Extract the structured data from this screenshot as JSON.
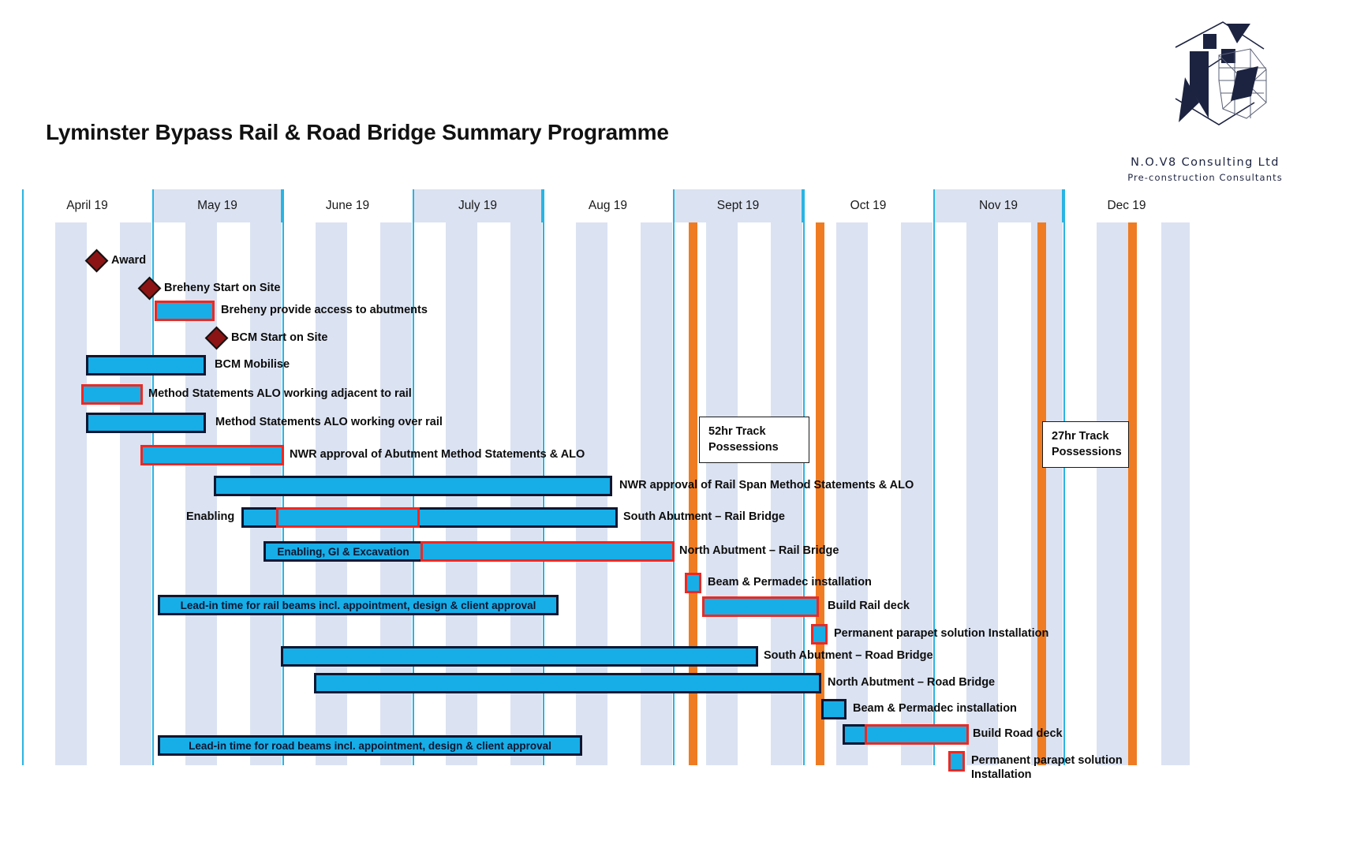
{
  "title": "Lyminster Bypass Rail & Road Bridge Summary Programme",
  "logo": {
    "name": "N.O.V8 Consulting Ltd",
    "subtitle": "Pre-construction Consultants"
  },
  "colors": {
    "bar_fill": "#17aee8",
    "outline_black": "#0e1630",
    "outline_red": "#ee2822",
    "band": "#dbe2f2",
    "gridline": "#29b4e3",
    "possession": "#ef7c22",
    "milestone": "#8c1414"
  },
  "chart_data": {
    "type": "bar",
    "title": "Lyminster Bypass Rail & Road Bridge Summary Programme",
    "xlabel": "",
    "ylabel": "",
    "grid": true,
    "legend": "none",
    "categories": [
      "April 19",
      "May 19",
      "June 19",
      "July 19",
      "Aug 19",
      "Sept 19",
      "Oct 19",
      "Nov 19",
      "Dec 19"
    ],
    "axis_months": [
      {
        "label": "April 19",
        "shaded": false
      },
      {
        "label": "May 19",
        "shaded": true
      },
      {
        "label": "June 19",
        "shaded": false
      },
      {
        "label": "July 19",
        "shaded": true
      },
      {
        "label": "Aug 19",
        "shaded": false
      },
      {
        "label": "Sept 19",
        "shaded": true
      },
      {
        "label": "Oct 19",
        "shaded": false
      },
      {
        "label": "Nov 19",
        "shaded": true
      },
      {
        "label": "Dec 19",
        "shaded": false
      }
    ],
    "possessions": [
      {
        "label": "52hr Track Possessions",
        "month": "Sept 19"
      },
      {
        "label": "27hr Track Possessions",
        "month": "Nov 19"
      }
    ],
    "milestones": [
      {
        "name": "Award",
        "month": "April 19"
      },
      {
        "name": "Breheny Start on Site",
        "month": "April 19"
      },
      {
        "name": "BCM Start on Site",
        "month": "May 19"
      }
    ],
    "tasks": [
      {
        "name": "Breheny provide access to abutments",
        "start": "May 19",
        "finish": "May 19",
        "outline": "red",
        "inline_label": ""
      },
      {
        "name": "BCM Mobilise",
        "start": "April 19",
        "finish": "May 19",
        "outline": "black",
        "inline_label": ""
      },
      {
        "name": "Method Statements ALO working adjacent to rail",
        "start": "April 19",
        "finish": "April 19",
        "outline": "red",
        "inline_label": ""
      },
      {
        "name": "Method Statements ALO working over rail",
        "start": "April 19",
        "finish": "May 19",
        "outline": "black",
        "inline_label": ""
      },
      {
        "name": "NWR approval of Abutment Method Statements & ALO",
        "start": "May 19",
        "finish": "June 19",
        "outline": "red",
        "inline_label": ""
      },
      {
        "name": "NWR approval of Rail Span Method Statements & ALO",
        "start": "June 19",
        "finish": "Aug 19",
        "outline": "black",
        "inline_label": ""
      },
      {
        "name": "South Abutment – Rail Bridge",
        "start": "May 19",
        "finish": "Aug 19",
        "outline": "black",
        "inline_label": "Enabling",
        "label_position": "left"
      },
      {
        "name": "North Abutment – Rail Bridge",
        "start": "June 19",
        "finish": "Sept 19",
        "outline": "red",
        "inline_label": "Enabling, GI & Excavation"
      },
      {
        "name": "Beam & Permadec installation",
        "start": "Sept 19",
        "finish": "Sept 19",
        "outline": "red",
        "inline_label": ""
      },
      {
        "name": "Build Rail deck",
        "start": "Sept 19",
        "finish": "Sept 19",
        "outline": "red",
        "inline_label": ""
      },
      {
        "name": "Lead-in time for rail beams incl. appointment, design & client approval",
        "start": "May 19",
        "finish": "Aug 19",
        "outline": "black",
        "inline_label": "Lead-in time for rail beams incl. appointment, design & client approval"
      },
      {
        "name": "Permanent parapet solution Installation",
        "start": "Sept 19",
        "finish": "Sept 19",
        "outline": "red",
        "inline_label": ""
      },
      {
        "name": "South Abutment – Road Bridge",
        "start": "June 19",
        "finish": "Sept 19",
        "outline": "black",
        "inline_label": ""
      },
      {
        "name": "North Abutment – Road Bridge",
        "start": "June 19",
        "finish": "Sept 19",
        "outline": "black",
        "inline_label": ""
      },
      {
        "name": "Beam & Permadec installation",
        "start": "Oct 19",
        "finish": "Oct 19",
        "outline": "black",
        "inline_label": ""
      },
      {
        "name": "Build Road deck",
        "start": "Oct 19",
        "finish": "Nov 19",
        "outline": "red",
        "inline_label": ""
      },
      {
        "name": "Lead-in time for road beams incl. appointment, design & client approval",
        "start": "May 19",
        "finish": "July 19",
        "outline": "black",
        "inline_label": "Lead-in time for road beams incl. appointment, design & client approval"
      },
      {
        "name": "Permanent parapet solution Installation",
        "start": "Nov 19",
        "finish": "Nov 19",
        "outline": "red",
        "inline_label": ""
      }
    ]
  },
  "rows": [
    {
      "label": "Award",
      "label_side": "right"
    },
    {
      "label": "Breheny Start on Site",
      "label_side": "right"
    },
    {
      "label": "Breheny provide access to abutments",
      "label_side": "right"
    },
    {
      "label": "BCM Start on Site",
      "label_side": "right"
    },
    {
      "label": "BCM Mobilise",
      "label_side": "right"
    },
    {
      "label": "Method Statements ALO working adjacent to rail",
      "label_side": "right"
    },
    {
      "label": "Method Statements ALO working over rail",
      "label_side": "right"
    },
    {
      "label": "NWR approval of Abutment Method Statements & ALO",
      "label_side": "right"
    },
    {
      "label": "NWR approval of Rail Span Method Statements & ALO",
      "label_side": "right"
    },
    {
      "label": "South Abutment – Rail Bridge",
      "label_side": "right"
    },
    {
      "label": "North Abutment – Rail Bridge",
      "label_side": "right"
    },
    {
      "label": "Beam & Permadec installation",
      "label_side": "right"
    },
    {
      "label": "Build Rail deck",
      "label_side": "right"
    },
    {
      "label": "Permanent parapet solution Installation",
      "label_side": "right"
    },
    {
      "label": "South Abutment – Road Bridge",
      "label_side": "right"
    },
    {
      "label": "North Abutment – Road Bridge",
      "label_side": "right"
    },
    {
      "label": "Beam & Permadec installation",
      "label_side": "right"
    },
    {
      "label": "Build Road deck",
      "label_side": "right"
    },
    {
      "label": "Permanent parapet solution Installation",
      "label_side": "right"
    }
  ],
  "inline_labels": {
    "enabling": "Enabling",
    "enabling_gi_excavation": "Enabling, GI & Excavation",
    "leadin_rail": "Lead-in time for rail beams incl. appointment, design & client approval",
    "leadin_road": "Lead-in time for road beams incl. appointment, design & client approval"
  },
  "callouts": {
    "p52_line1": "52hr Track",
    "p52_line2": "Possessions",
    "p27_line1": "27hr Track",
    "p27_line2": "Possessions"
  },
  "row_labels": {
    "award": "Award",
    "breheny_start": "Breheny Start on Site",
    "breheny_access": "Breheny provide access to abutments",
    "bcm_start": "BCM Start on Site",
    "bcm_mobilise": "BCM Mobilise",
    "ms_adjacent": "Method Statements ALO working adjacent to rail",
    "ms_over": "Method Statements ALO working over rail",
    "nwr_abutment": "NWR approval of Abutment Method Statements & ALO",
    "nwr_railspan": "NWR approval of Rail Span Method Statements & ALO",
    "south_rail": "South Abutment – Rail Bridge",
    "north_rail": "North Abutment – Rail Bridge",
    "beam_permadec_rail": "Beam & Permadec installation",
    "build_rail_deck": "Build Rail deck",
    "parapet_rail": "Permanent parapet solution Installation",
    "south_road": "South Abutment – Road Bridge",
    "north_road": "North Abutment – Road Bridge",
    "beam_permadec_road": "Beam & Permadec installation",
    "build_road_deck": "Build Road deck",
    "parapet_road_l1": "Permanent parapet solution",
    "parapet_road_l2": "Installation"
  }
}
